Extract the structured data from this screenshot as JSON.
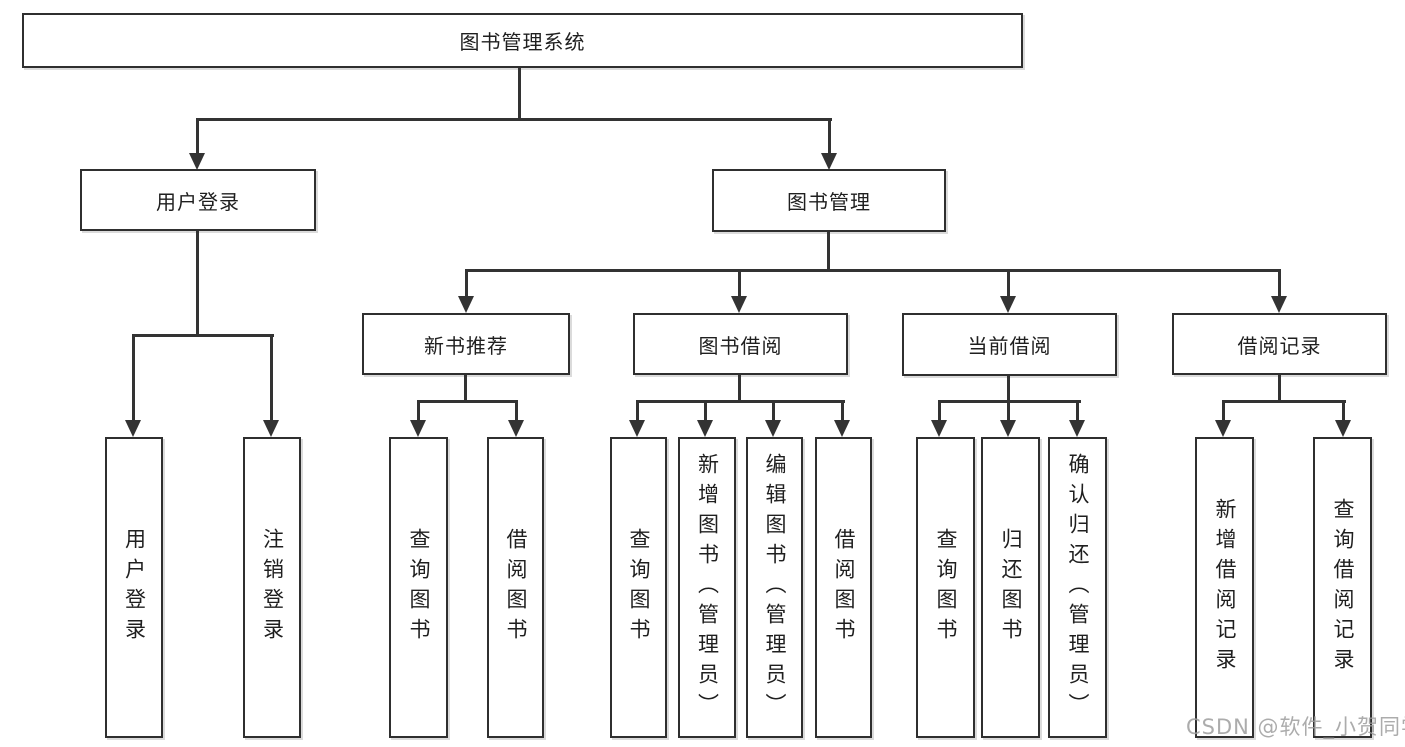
{
  "diagram": {
    "root": {
      "label": "图书管理系统"
    },
    "level2": [
      {
        "label": "用户登录"
      },
      {
        "label": "图书管理"
      }
    ],
    "level3": [
      {
        "label": "新书推荐"
      },
      {
        "label": "图书借阅"
      },
      {
        "label": "当前借阅"
      },
      {
        "label": "借阅记录"
      }
    ],
    "leaf_groups": {
      "user_login": [
        "用户登录",
        "注销登录"
      ],
      "new_books": [
        "查询图书",
        "借阅图书"
      ],
      "book_borrow": [
        "查询图书",
        "新增图书（管理员）",
        "编辑图书（管理员）",
        "借阅图书"
      ],
      "current_borrow": [
        "查询图书",
        "归还图书",
        "确认归还（管理员）"
      ],
      "borrow_records": [
        "新增借阅记录",
        "查询借阅记录"
      ]
    }
  },
  "watermark": {
    "text": "CSDN @软件_小贺同学"
  },
  "colors": {
    "line": "#333333",
    "text": "#1f1f1f",
    "background": "#ffffff",
    "watermark": "#9e9e9e"
  }
}
